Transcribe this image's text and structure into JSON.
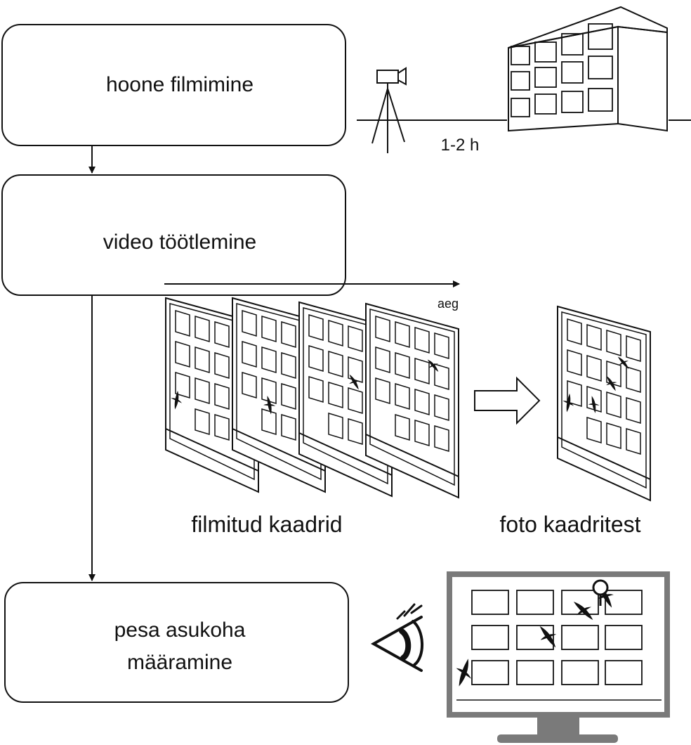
{
  "steps": [
    {
      "label": "hoone filmimine"
    },
    {
      "label": "video töötlemine"
    },
    {
      "label_line1": "pesa asukoha",
      "label_line2": "määramine"
    }
  ],
  "labels": {
    "duration": "1-2 h",
    "time_axis": "aeg",
    "filmed_frames": "filmitud kaadrid",
    "photo_from_frames": "foto kaadritest"
  },
  "colors": {
    "ink": "#111111",
    "monitor_frame": "#7a7a7a",
    "background": "#ffffff"
  },
  "icons": [
    "camera-tripod-icon",
    "building-icon",
    "bird-icon",
    "eye-icon",
    "monitor-icon",
    "location-pin-icon",
    "right-arrow-icon"
  ]
}
